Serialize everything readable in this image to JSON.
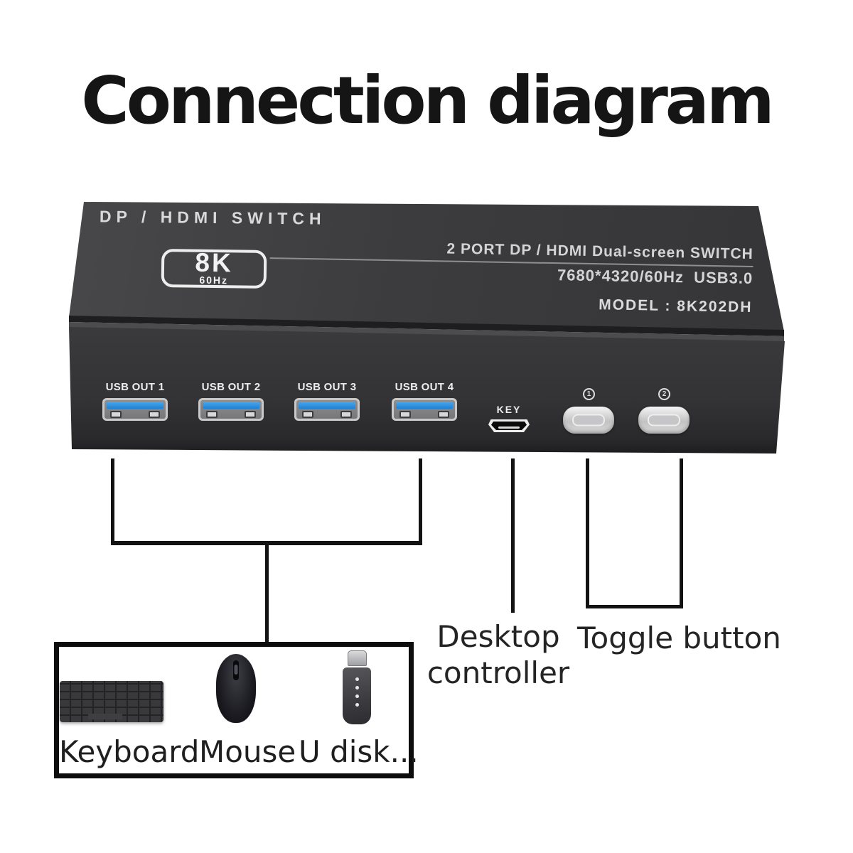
{
  "title": "Connection diagram",
  "device": {
    "top_label": "DP / HDMI SWITCH",
    "badge": {
      "main": "8K",
      "sub": "60Hz"
    },
    "spec_line1": "2 PORT DP / HDMI Dual-screen SWITCH",
    "spec_line2": "7680*4320/60Hz  USB3.0",
    "model": "MODEL : 8K202DH",
    "usb_ports": [
      {
        "label": "USB OUT 1"
      },
      {
        "label": "USB OUT 2"
      },
      {
        "label": "USB OUT 3"
      },
      {
        "label": "USB OUT 4"
      }
    ],
    "key_label": "KEY",
    "toggle_buttons": [
      {
        "number": "1"
      },
      {
        "number": "2"
      }
    ]
  },
  "annotations": {
    "desktop_controller_line1": "Desktop",
    "desktop_controller_line2": "controller",
    "toggle_button": "Toggle button"
  },
  "peripherals": {
    "items": [
      {
        "label": "Keyboard",
        "icon": "keyboard-icon"
      },
      {
        "label": "Mouse",
        "icon": "mouse-icon"
      },
      {
        "label": "U disk...",
        "icon": "usb-flash-drive-icon"
      }
    ]
  },
  "colors": {
    "usb_port_blue": "#2e93e6",
    "device_top_face": "#3c3c3e",
    "device_front_face": "#343436",
    "connector_line": "#131313",
    "text_on_device": "#ededed"
  }
}
